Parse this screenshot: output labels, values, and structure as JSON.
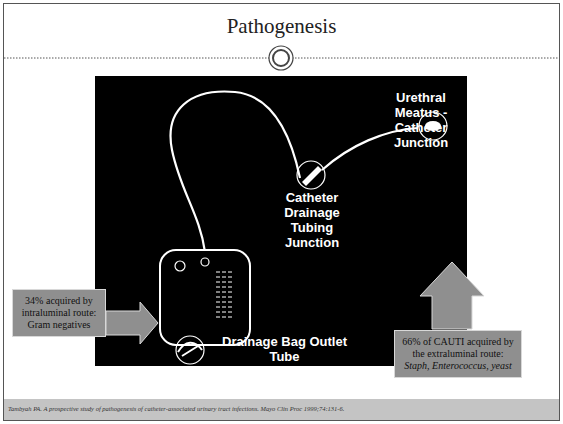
{
  "diagram": {
    "title": "Pathogenesis",
    "nodes": [
      {
        "text": [
          "34% acquired by intraluminal route: Gram negatives"
        ]
      },
      {
        "text": [
          "66% of CAUTI acquired by the extraluminal route:",
          "Staph, Enterococcus, yeast"
        ]
      }
    ],
    "labels": [
      "Catheter Drainage Tubing Junction",
      "Urethral Meatus - Catheter Junction",
      "Drainage Bag Outlet Tube",
      "Tambyah PA. A prospective study of pathogenesis of catheter-associated urinary tract infections. Mayo Clin Proc 1999;74:131-6."
    ]
  }
}
